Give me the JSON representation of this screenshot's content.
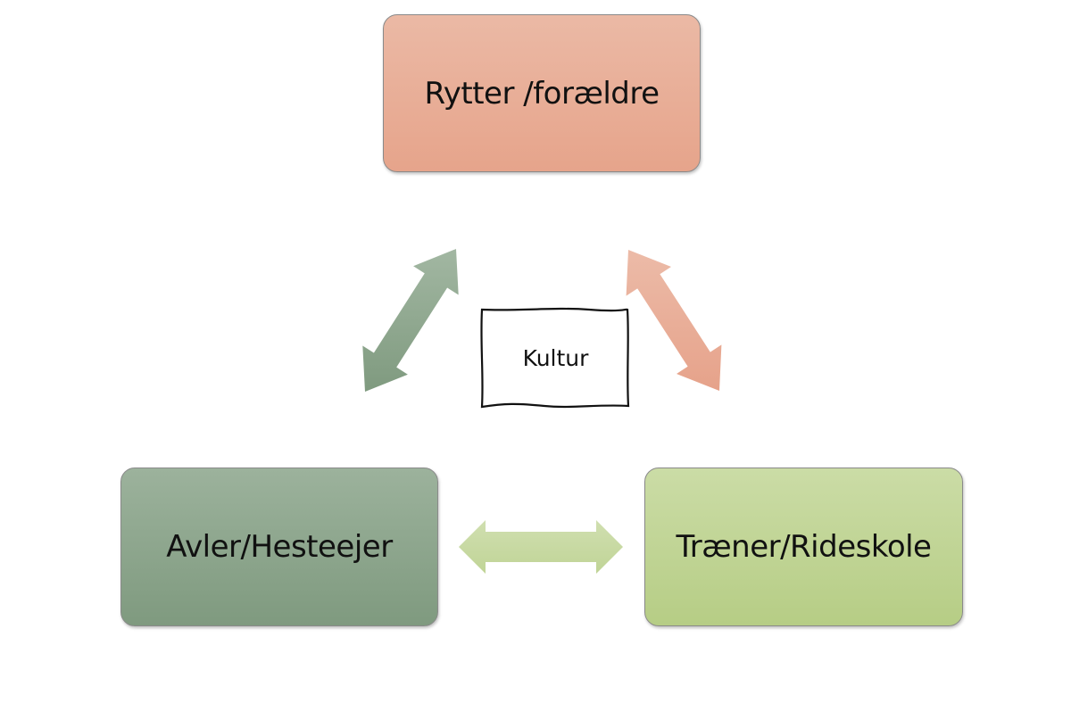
{
  "diagram": {
    "nodes": [
      {
        "id": "top",
        "label": "Rytter /forældre",
        "color": "#e8ad96"
      },
      {
        "id": "left",
        "label": "Avler/Hesteejer",
        "color": "#8ea68e"
      },
      {
        "id": "right",
        "label": "Træner/Rideskole",
        "color": "#c1d496"
      }
    ],
    "center": {
      "label": "Kultur"
    },
    "edges": [
      {
        "from": "left",
        "to": "top",
        "type": "bidirectional",
        "color": "#8ea68e"
      },
      {
        "from": "top",
        "to": "right",
        "type": "bidirectional",
        "color": "#e8ad96"
      },
      {
        "from": "left",
        "to": "right",
        "type": "bidirectional",
        "color": "#c8d9a4"
      }
    ]
  }
}
